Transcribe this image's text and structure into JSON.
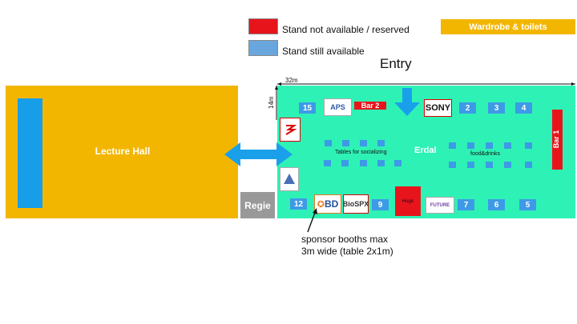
{
  "legend": {
    "not_available": {
      "label": "Stand not available / reserved",
      "color": "#e8141c"
    },
    "available": {
      "label": "Stand still available",
      "color": "#6aa6de"
    },
    "wardrobe": {
      "label": "Wardrobe & toilets",
      "color": "#f3b600"
    }
  },
  "entry": "Entry",
  "lecture_hall": "Lecture Hall",
  "regie": "Regie",
  "dimensions": {
    "width": "32m",
    "height": "14m"
  },
  "bars": {
    "bar1": "Bar 1",
    "bar2": "Bar 2"
  },
  "floor_label": "Erdal",
  "tables_label": "Tables for socializing",
  "food_label": "food&drinks",
  "stands": {
    "s15": "15",
    "s2": "2",
    "s3": "3",
    "s4": "4",
    "s12": "12",
    "s9": "9",
    "s7": "7",
    "s6": "6",
    "s5": "5"
  },
  "sponsors": {
    "aps": "APS",
    "sony": "SONY",
    "bd": "BD",
    "biospx": "BioSPX",
    "huge": "Huge",
    "future": "FUTURE"
  },
  "note": {
    "line1": "sponsor booths max",
    "line2": "3m wide (table 2x1m)"
  },
  "colors": {
    "floor": "#2ef2b5",
    "hall": "#f3b600",
    "stand": "#3d9ae6",
    "arrow": "#1aa0ea"
  }
}
